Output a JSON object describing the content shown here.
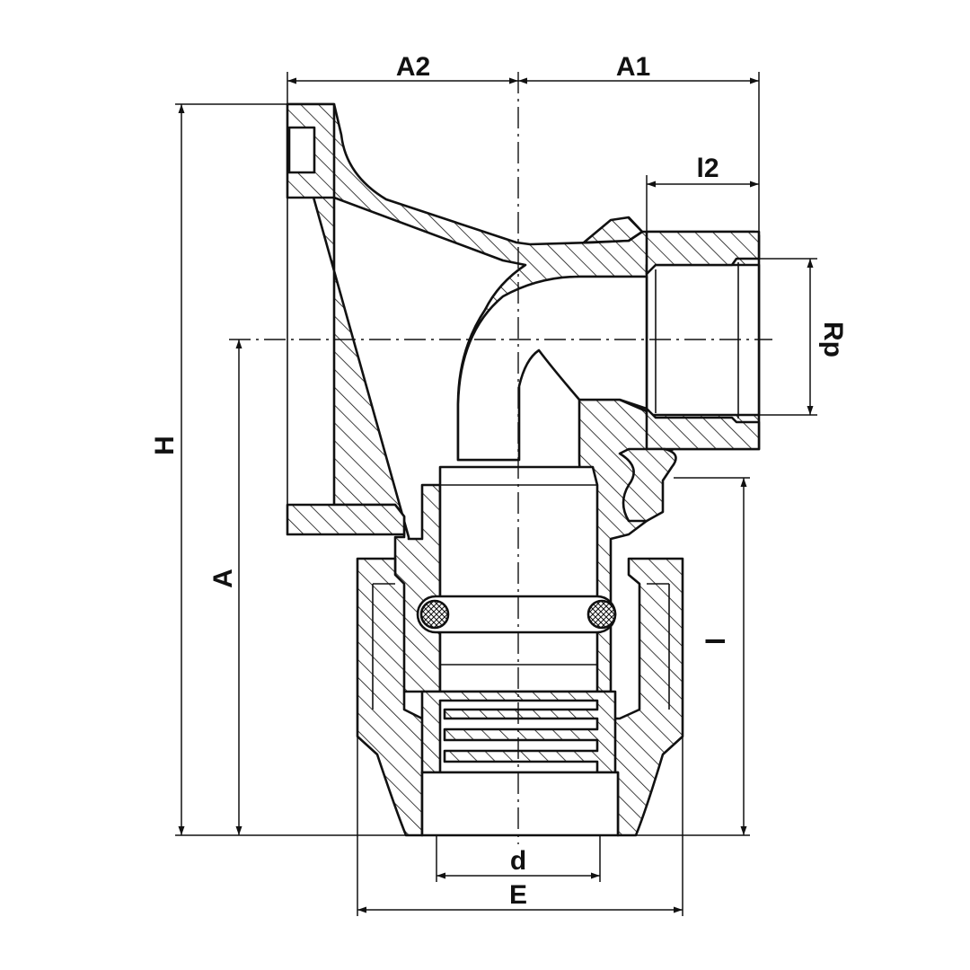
{
  "diagram": {
    "labels": {
      "A2": "A2",
      "A1": "A1",
      "l2": "l2",
      "Rp": "Rp",
      "H": "H",
      "A": "A",
      "l": "l",
      "d": "d",
      "E": "E"
    }
  }
}
